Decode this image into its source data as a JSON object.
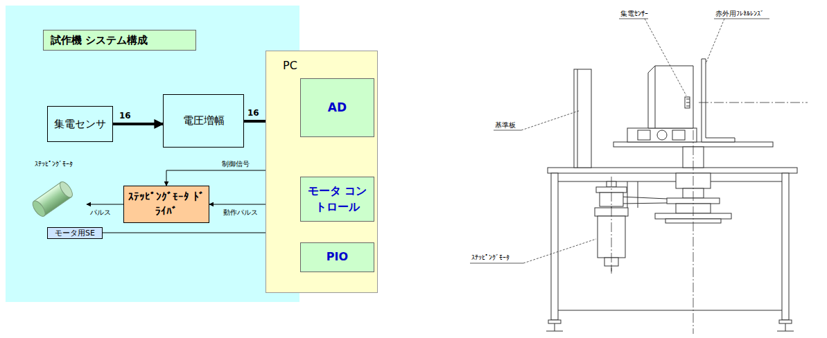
{
  "diagram": {
    "title": "試作機 システム構成",
    "nodes": [
      {
        "text": [
          "集電センサ"
        ]
      },
      {
        "text": [
          "電圧増幅"
        ]
      },
      {
        "text": [
          "PC"
        ]
      },
      {
        "text": [
          "AD"
        ],
        "in": 2
      },
      {
        "text": [
          "モータ コントロール"
        ],
        "in": 2
      },
      {
        "text": [
          "PIO"
        ],
        "in": 2
      },
      {
        "text": [
          "ｽﾃｯﾋﾟﾝｸﾞﾓｰﾀ"
        ]
      },
      {
        "text": [
          "ｽﾃｯﾋﾟﾝｸﾞﾓｰﾀ ﾄﾞﾗｲﾊﾞ"
        ]
      },
      {
        "text": [
          "モータ用SE"
        ]
      }
    ],
    "edges": [
      {
        "from": 0,
        "to": 1,
        "label": "16",
        "arrow": "to"
      },
      {
        "from": 1,
        "to": 3,
        "label": "16",
        "arrow": "to"
      },
      {
        "from": 7,
        "to": 6,
        "label": "パルス",
        "arrow": "to"
      },
      {
        "from": 4,
        "to": 7,
        "label": "動作パルス",
        "arrow": "to"
      },
      {
        "from": 7,
        "to": 4,
        "label": "制御信号",
        "arrow": "both"
      },
      {
        "from": 8,
        "to": 4,
        "arrow": "to"
      }
    ],
    "labels": [
      "集電ｾﾝｻｰ",
      "赤外用ﾌﾚﾈﾙﾚﾝｽﾞ",
      "基準板",
      "ｽﾃｯﾋﾟﾝｸﾞﾓｰﾀ"
    ]
  }
}
